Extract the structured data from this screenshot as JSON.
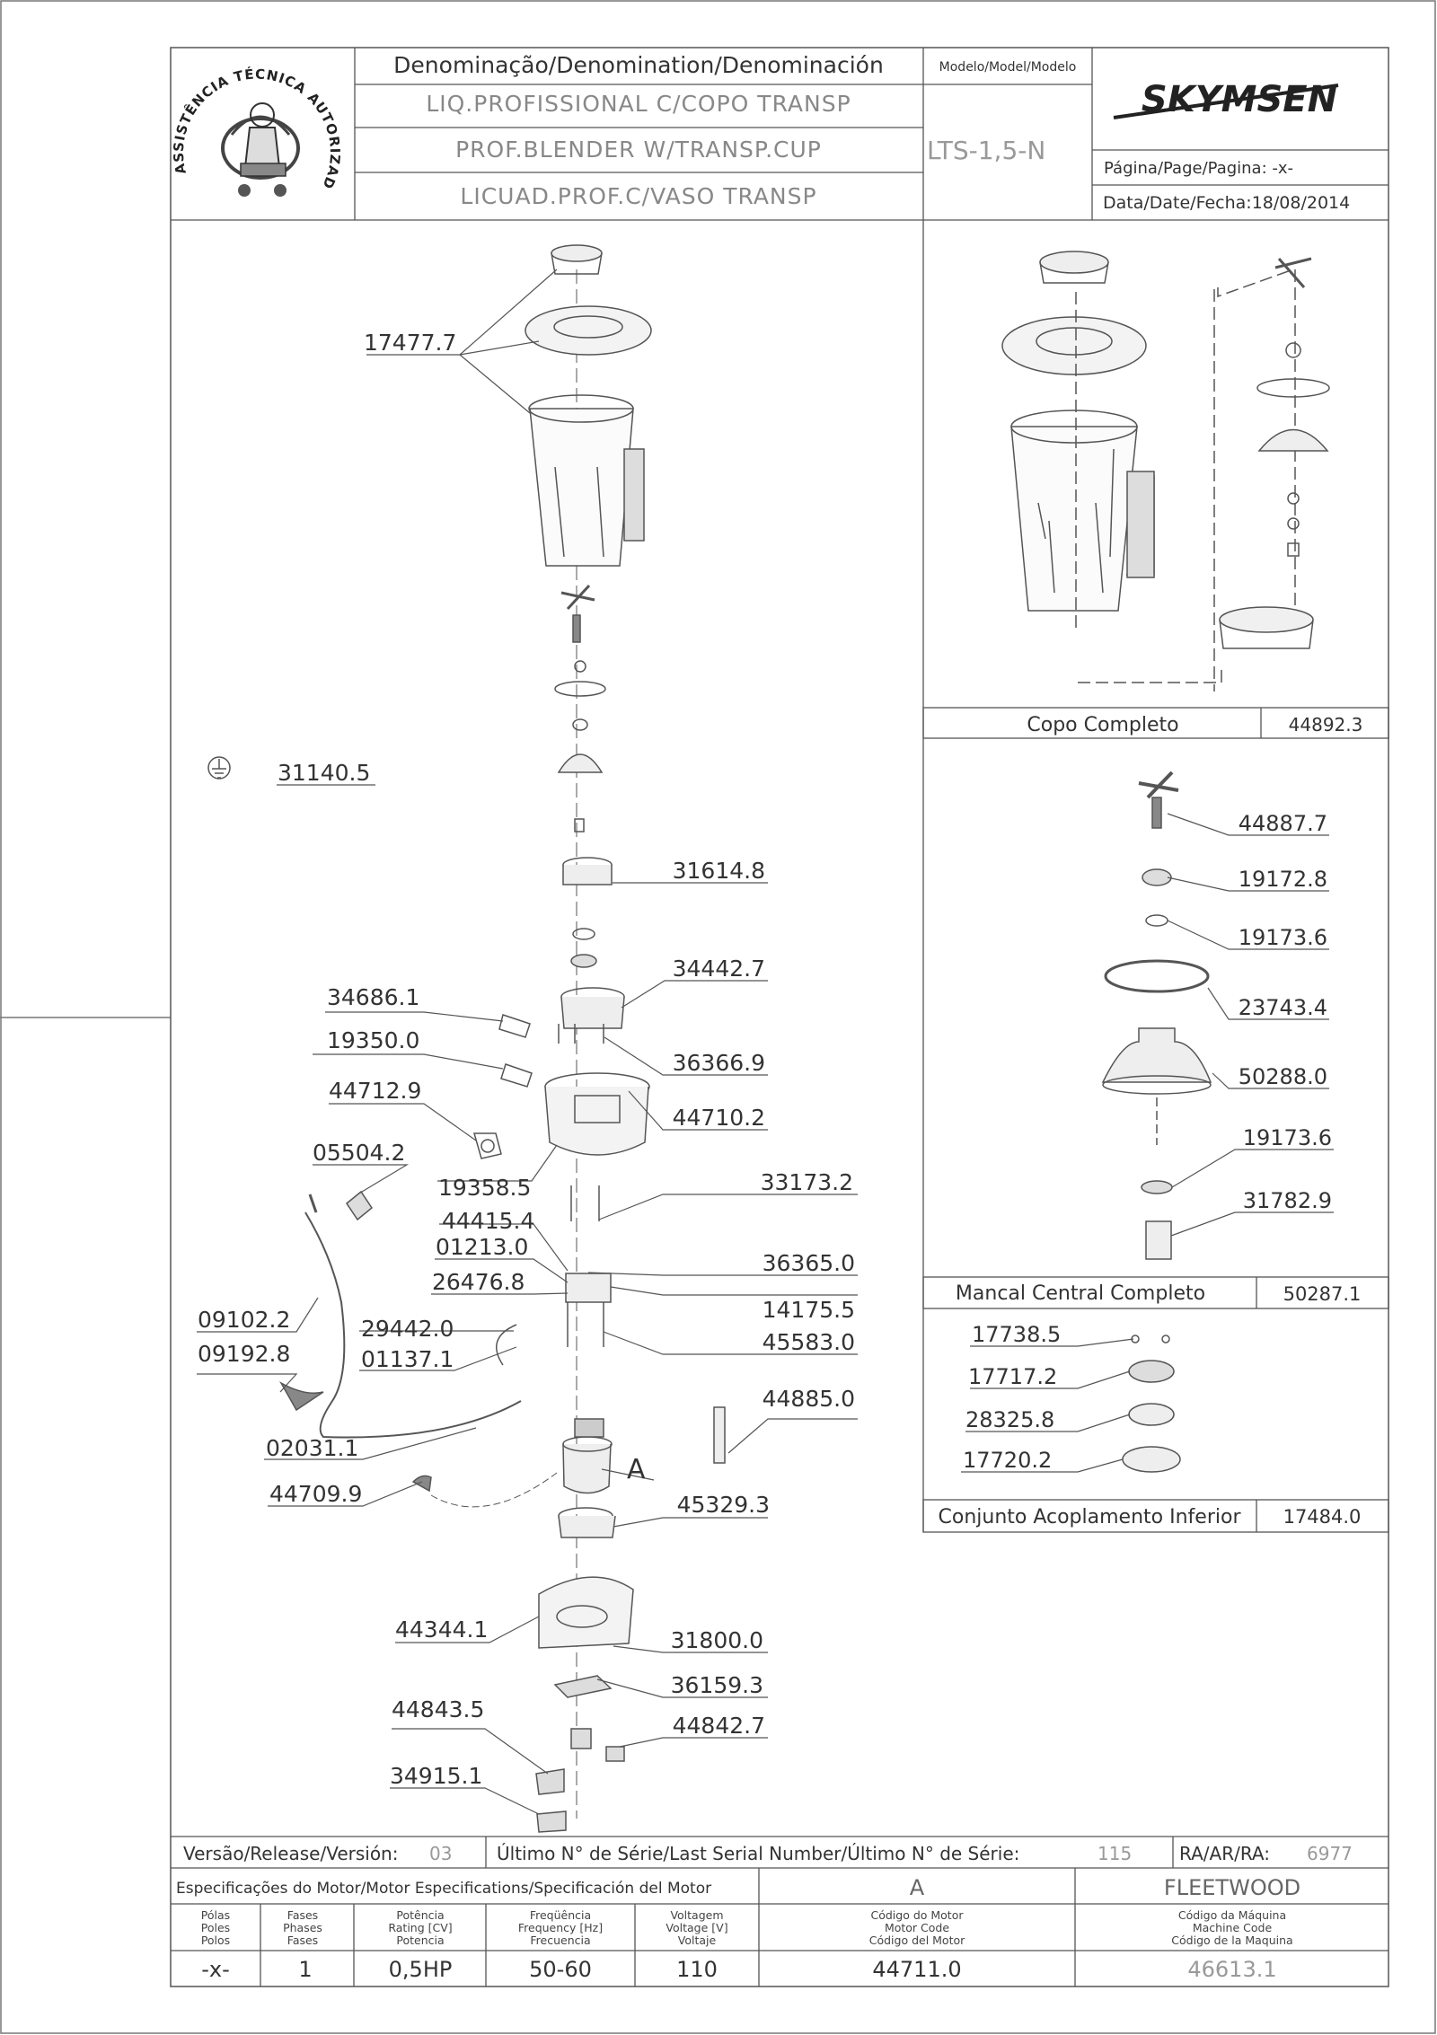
{
  "header": {
    "denomination_label": "Denominação/Denomination/Denominación",
    "name_pt": "LIQ.PROFISSIONAL C/COPO TRANSP",
    "name_en": "PROF.BLENDER W/TRANSP.CUP",
    "name_es": "LICUAD.PROF.C/VASO TRANSP",
    "model_label": "Modelo/Model/Modelo",
    "model_value": "LTS-1,5-N",
    "brand": "SKYMSEN",
    "page_text": "Página/Page/Pagina: -x-",
    "date_text": "Data/Date/Fecha:18/08/2014",
    "seal_text": "ASSISTÊNCIA TÉCNICA AUTORIZADA"
  },
  "main_parts": [
    {
      "part": "17477.7"
    },
    {
      "part": "31140.5"
    },
    {
      "part": "31614.8"
    },
    {
      "part": "34442.7"
    },
    {
      "part": "34686.1"
    },
    {
      "part": "19350.0"
    },
    {
      "part": "36366.9"
    },
    {
      "part": "44712.9"
    },
    {
      "part": "44710.2"
    },
    {
      "part": "05504.2"
    },
    {
      "part": "19358.5"
    },
    {
      "part": "33173.2"
    },
    {
      "part": "44415.4"
    },
    {
      "part": "01213.0"
    },
    {
      "part": "36365.0"
    },
    {
      "part": "26476.8"
    },
    {
      "part": "14175.5"
    },
    {
      "part": "09102.2"
    },
    {
      "part": "29442.0"
    },
    {
      "part": "45583.0"
    },
    {
      "part": "09192.8"
    },
    {
      "part": "01137.1"
    },
    {
      "part": "44885.0"
    },
    {
      "part": "02031.1"
    },
    {
      "part": "A"
    },
    {
      "part": "44709.9"
    },
    {
      "part": "45329.3"
    },
    {
      "part": "44344.1"
    },
    {
      "part": "31800.0"
    },
    {
      "part": "36159.3"
    },
    {
      "part": "44843.5"
    },
    {
      "part": "44842.7"
    },
    {
      "part": "34915.1"
    }
  ],
  "copo": {
    "title": "Copo Completo",
    "code": "44892.3"
  },
  "mancal": {
    "title": "Mancal Central Completo",
    "code": "50287.1",
    "parts": [
      "44887.7",
      "19172.8",
      "19173.6",
      "23743.4",
      "50288.0",
      "19173.6",
      "31782.9"
    ]
  },
  "acoplamento": {
    "title": "Conjunto Acoplamento Inferior",
    "code": "17484.0",
    "parts": [
      "17738.5",
      "17717.2",
      "28325.8",
      "17720.2"
    ]
  },
  "release": {
    "version_label": "Versão/Release/Versión:",
    "version": "03",
    "serial_label": "Último N° de Série/Last Serial Number/Último N° de Série:",
    "serial": "115",
    "ra_label": "RA/AR/RA:",
    "ra": "6977"
  },
  "motor": {
    "spec_label": "Especificações do Motor/Motor Especifications/Specificación del Motor",
    "motor_id": "A",
    "machine": "FLEETWOOD",
    "columns": [
      {
        "h1": "Pólas",
        "h2": "Poles",
        "h3": "Polos",
        "value": "-x-"
      },
      {
        "h1": "Fases",
        "h2": "Phases",
        "h3": "Fases",
        "value": "1"
      },
      {
        "h1": "Potência",
        "h2": "Rating [CV]",
        "h3": "Potencia",
        "value": "0,5HP"
      },
      {
        "h1": "Freqüência",
        "h2": "Frequency [Hz]",
        "h3": "Frecuencia",
        "value": "50-60"
      },
      {
        "h1": "Voltagem",
        "h2": "Voltage [V]",
        "h3": "Voltaje",
        "value": "110"
      },
      {
        "h1": "Código do Motor",
        "h2": "Motor Code",
        "h3": "Código del Motor",
        "value": "44711.0"
      },
      {
        "h1": "Código da Máquina",
        "h2": "Machine Code",
        "h3": "Código de la Maquina",
        "value": "46613.1"
      }
    ]
  }
}
